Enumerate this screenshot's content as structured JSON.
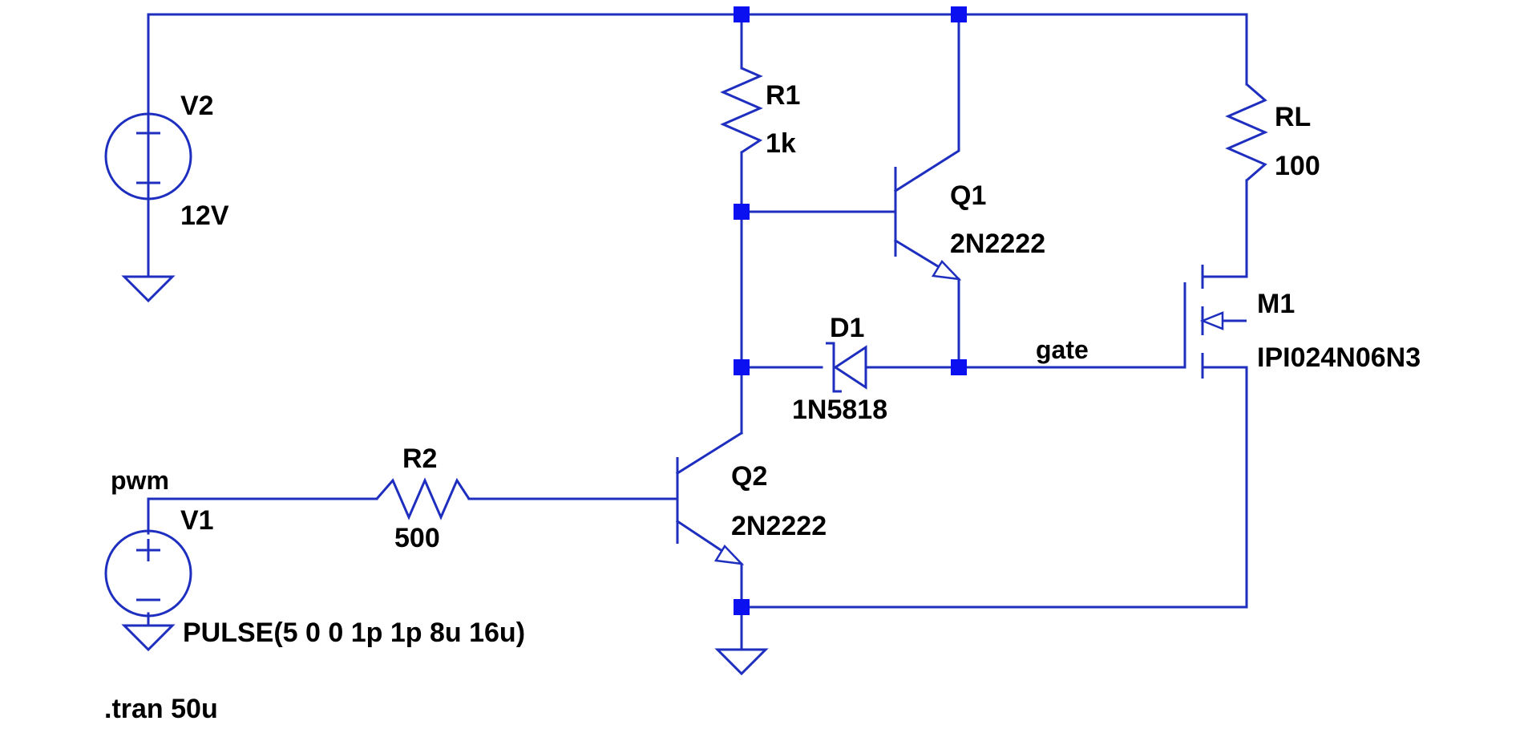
{
  "colors": {
    "wire": "#1e2ebf",
    "junction": "#0a10f0",
    "text": "#000000",
    "background": "#ffffff"
  },
  "components": {
    "V2": {
      "name": "V2",
      "value": "12V"
    },
    "V1": {
      "name": "V1",
      "value": "PULSE(5 0 0 1p 1p 8u 16u)"
    },
    "R1": {
      "name": "R1",
      "value": "1k"
    },
    "R2": {
      "name": "R2",
      "value": "500"
    },
    "RL": {
      "name": "RL",
      "value": "100"
    },
    "Q1": {
      "name": "Q1",
      "value": "2N2222"
    },
    "Q2": {
      "name": "Q2",
      "value": "2N2222"
    },
    "D1": {
      "name": "D1",
      "value": "1N5818"
    },
    "M1": {
      "name": "M1",
      "value": "IPI024N06N3"
    }
  },
  "nets": {
    "pwm": "pwm",
    "gate": "gate"
  },
  "directive": ".tran 50u",
  "icons": {
    "source": "voltage-source-icon",
    "ground": "ground-icon",
    "resistor": "resistor-icon",
    "npn": "npn-transistor-icon",
    "diode": "schottky-diode-icon",
    "nmos": "nmos-transistor-icon"
  }
}
